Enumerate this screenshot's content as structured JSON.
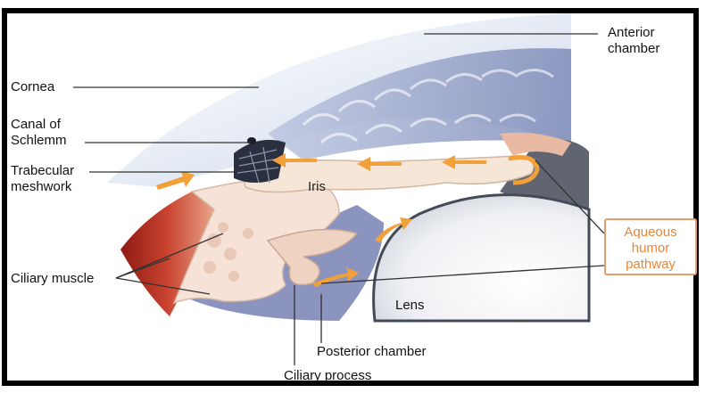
{
  "labels": {
    "anterior_chamber": [
      "Anterior",
      "chamber"
    ],
    "cornea": "Cornea",
    "canal_of_schlemm": [
      "Canal of",
      "Schlemm"
    ],
    "trabecular_meshwork": [
      "Trabecular",
      "meshwork"
    ],
    "iris": "Iris",
    "ciliary_muscle": "Ciliary muscle",
    "lens": "Lens",
    "posterior_chamber": "Posterior chamber",
    "ciliary_process": "Ciliary process",
    "aqueous_humor_pathway": [
      "Aqueous",
      "humor",
      "pathway"
    ]
  },
  "colors": {
    "frame": "#000000",
    "callout_border": "#e79a6a",
    "callout_text": "#e8863a",
    "flow_arrow": "#f2a13a",
    "muscle": "#c0392b",
    "iris": "#f6e6d8",
    "cornea": "#dfe7f2",
    "chamber": "#9aa3c8",
    "lens": "#e8ebef"
  }
}
